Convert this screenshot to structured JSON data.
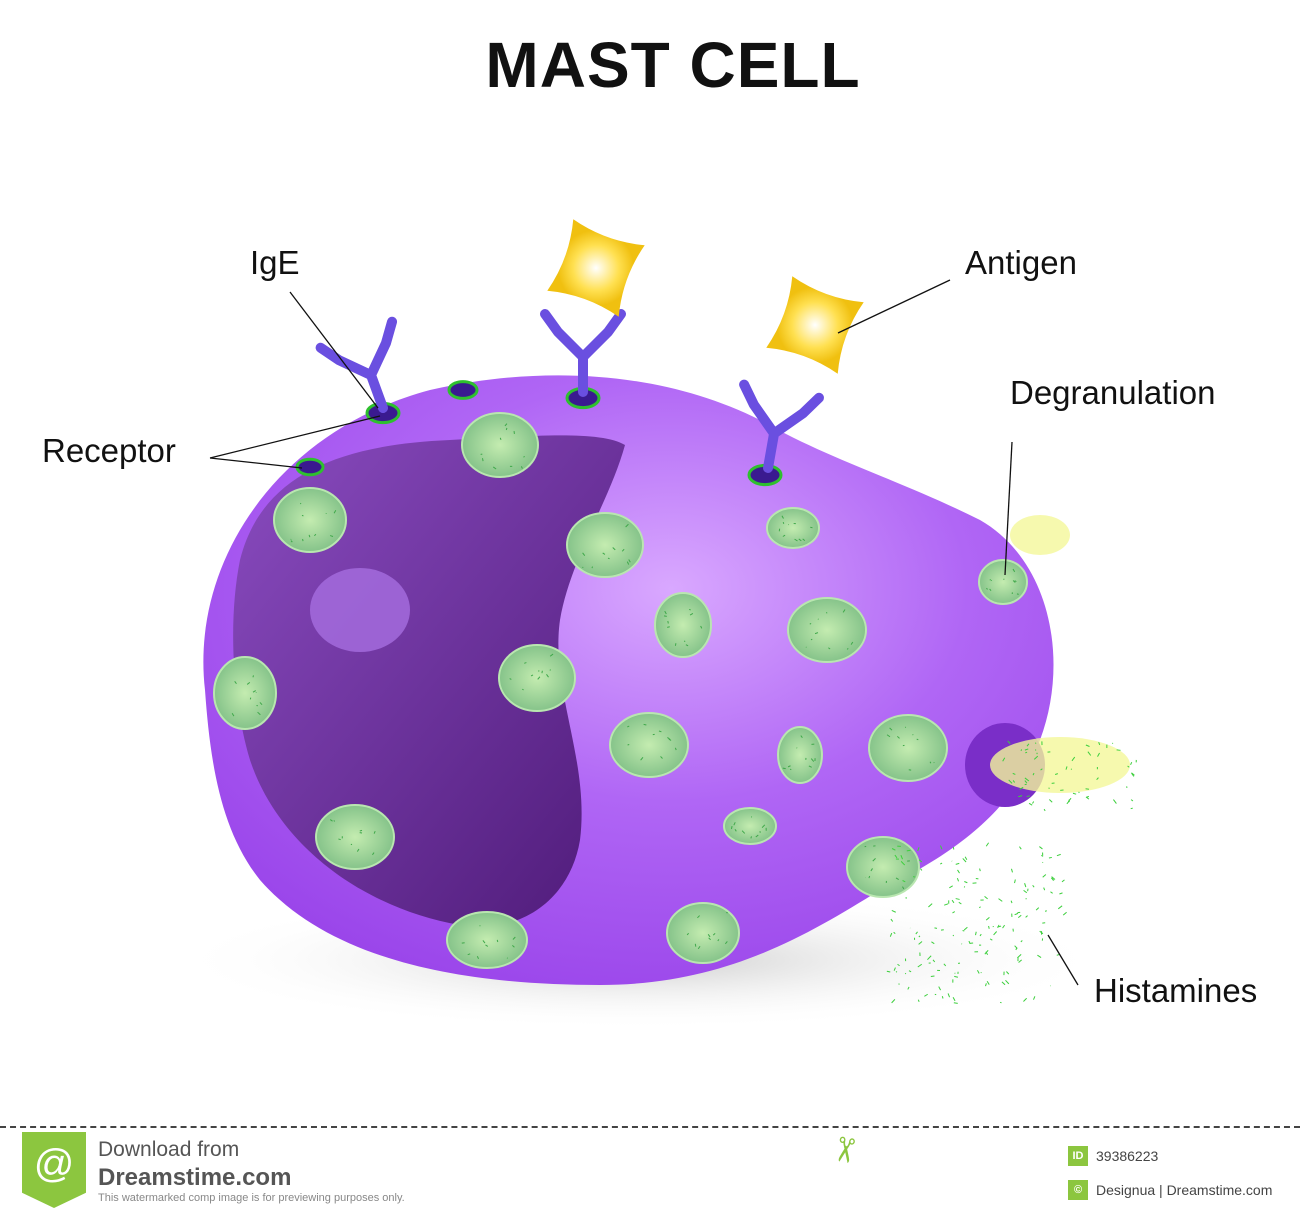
{
  "title": "MAST CELL",
  "labels": {
    "ige": "IgE",
    "antigen": "Antigen",
    "degranulation": "Degranulation",
    "receptor": "Receptor",
    "histamines": "Histamines"
  },
  "watermark": "dreamstime",
  "footer": {
    "download_from": "Download from",
    "site": "Dreamstime.com",
    "notice": "This watermarked comp image is for previewing purposes only.",
    "id_badge": "ID",
    "image_id": "39386223",
    "copyright_icon": "©",
    "credit": "Designua | Dreamstime.com"
  },
  "colors": {
    "cell": "#a855f0",
    "nucleus": "#6a2a9a",
    "granule": "#8fc98a",
    "antibody": "#6a4fe0",
    "antigen": "#f2c81e",
    "accent": "#8cc63f"
  }
}
